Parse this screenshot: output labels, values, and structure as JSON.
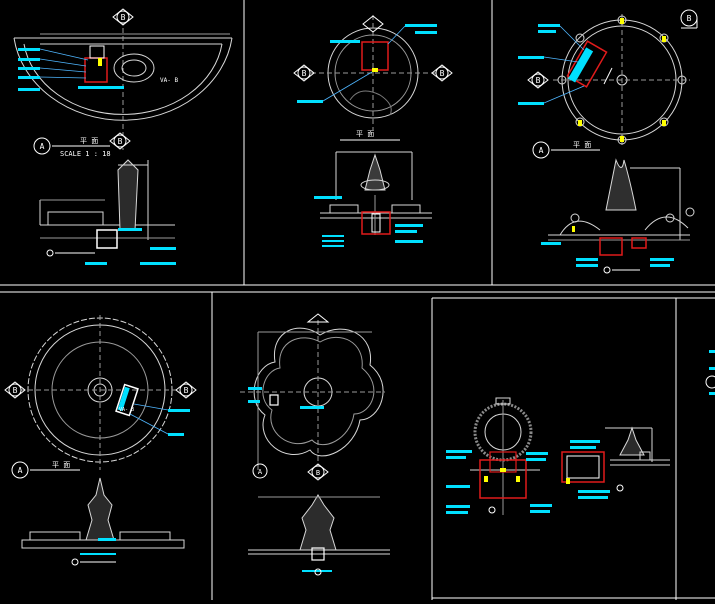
{
  "app": "CAD fountain detail sheet",
  "colors": {
    "background": "#000000",
    "frame": "#ffffff",
    "line": "#d8d8d8",
    "dim": "#9a9a9a",
    "tag": "#00e0ff",
    "wall": "#e01b1b",
    "accent": "#ffff00",
    "leader": "#4fb6ff"
  },
  "markers": {
    "a": "A",
    "b": "B",
    "va": "VA- B"
  },
  "annotations": {
    "plan_label": "平 面",
    "scale_label": "SCALE 1 : 18"
  }
}
